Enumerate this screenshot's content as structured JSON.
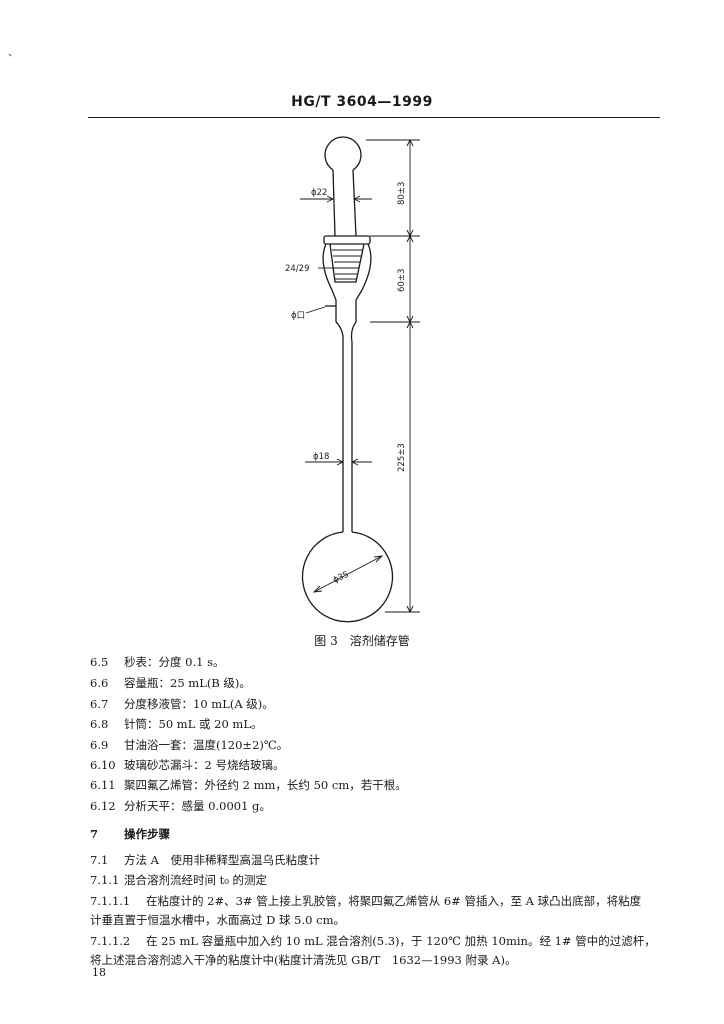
{
  "page": {
    "speck": "、",
    "header": "HG/T 3604—1999",
    "page_number": "18"
  },
  "figure": {
    "labels": {
      "dia_top": "ϕ22",
      "joint": "24/29",
      "port": "ϕ口",
      "dia_stem": "ϕ18",
      "dia_bulb": "ϕ35"
    },
    "dims": {
      "top": "80±3",
      "middle": "60±3",
      "bottom": "225±3"
    },
    "caption_number": "图 3",
    "caption_title": "溶剂储存管"
  },
  "items": [
    {
      "num": "6.5",
      "text": "秒表：分度 0.1 s。"
    },
    {
      "num": "6.6",
      "text": "容量瓶：25 mL(B 级)。"
    },
    {
      "num": "6.7",
      "text": "分度移液管：10 mL(A 级)。"
    },
    {
      "num": "6.8",
      "text": "针筒：50 mL 或 20 mL。"
    },
    {
      "num": "6.9",
      "text": "甘油浴一套：温度(120±2)℃。"
    },
    {
      "num": "6.10",
      "text": "玻璃砂芯漏斗：2 号烧结玻璃。"
    },
    {
      "num": "6.11",
      "text": "聚四氟乙烯管：外径约 2 mm，长约 50 cm，若干根。"
    },
    {
      "num": "6.12",
      "text": "分析天平：感量 0.0001 g。"
    }
  ],
  "section7": {
    "num": "7",
    "title": "操作步骤"
  },
  "s71": {
    "num": "7.1",
    "text": "方法 A　使用非稀释型高温乌氏粘度计"
  },
  "s711": {
    "num": "7.1.1",
    "text": "混合溶剂流经时间 t₀ 的测定"
  },
  "s7111": {
    "num": "7.1.1.1",
    "line1": "在粘度计的 2#、3# 管上接上乳胶管，将聚四氟乙烯管从 6# 管插入，至 A 球凸出底部，将粘度",
    "line2": "计垂直置于恒温水槽中，水面高过 D 球 5.0 cm。"
  },
  "s7112": {
    "num": "7.1.1.2",
    "line1": "在 25 mL 容量瓶中加入约 10 mL 混合溶剂(5.3)，于 120℃ 加热 10min。经 1# 管中的过滤杆，",
    "line2": "将上述混合溶剂滤入干净的粘度计中(粘度计清洗见 GB/T　1632—1993 附录 A)。"
  }
}
